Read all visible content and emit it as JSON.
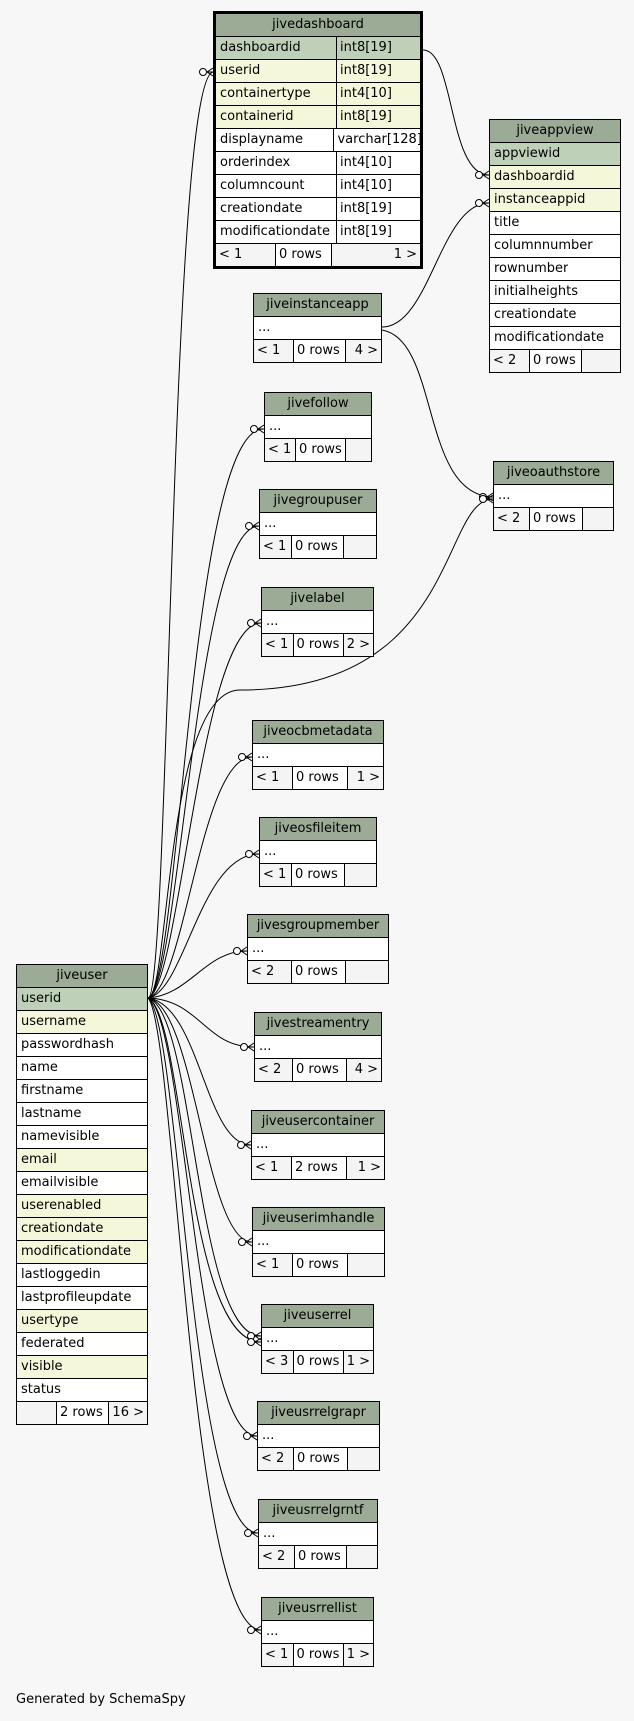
{
  "footer": "Generated by SchemaSpy",
  "tables": {
    "jivedashboard": {
      "title": "jivedashboard",
      "columns": [
        {
          "name": "dashboardid",
          "type": "int8[19]"
        },
        {
          "name": "userid",
          "type": "int8[19]"
        },
        {
          "name": "containertype",
          "type": "int4[10]"
        },
        {
          "name": "containerid",
          "type": "int8[19]"
        },
        {
          "name": "displayname",
          "type": "varchar[128]"
        },
        {
          "name": "orderindex",
          "type": "int4[10]"
        },
        {
          "name": "columncount",
          "type": "int4[10]"
        },
        {
          "name": "creationdate",
          "type": "int8[19]"
        },
        {
          "name": "modificationdate",
          "type": "int8[19]"
        }
      ],
      "stats": {
        "parents": "< 1",
        "rows": "0 rows",
        "children": "1 >"
      }
    },
    "jiveappview": {
      "title": "jiveappview",
      "columns": [
        "appviewid",
        "dashboardid",
        "instanceappid",
        "title",
        "columnnumber",
        "rownumber",
        "initialheights",
        "creationdate",
        "modificationdate"
      ],
      "stats": {
        "parents": "< 2",
        "rows": "0 rows",
        "children": ""
      }
    },
    "jiveinstanceapp": {
      "title": "jiveinstanceapp",
      "ellipsis": "...",
      "stats": {
        "parents": "< 1",
        "rows": "0 rows",
        "children": "4 >"
      }
    },
    "jivefollow": {
      "title": "jivefollow",
      "ellipsis": "...",
      "stats": {
        "parents": "< 1",
        "rows": "0 rows",
        "children": ""
      }
    },
    "jivegroupuser": {
      "title": "jivegroupuser",
      "ellipsis": "...",
      "stats": {
        "parents": "< 1",
        "rows": "0 rows",
        "children": ""
      }
    },
    "jivelabel": {
      "title": "jivelabel",
      "ellipsis": "...",
      "stats": {
        "parents": "< 1",
        "rows": "0 rows",
        "children": "2 >"
      }
    },
    "jiveoauthstore": {
      "title": "jiveoauthstore",
      "ellipsis": "...",
      "stats": {
        "parents": "< 2",
        "rows": "0 rows",
        "children": ""
      }
    },
    "jiveocbmetadata": {
      "title": "jiveocbmetadata",
      "ellipsis": "...",
      "stats": {
        "parents": "< 1",
        "rows": "0 rows",
        "children": "1 >"
      }
    },
    "jiveosfileitem": {
      "title": "jiveosfileitem",
      "ellipsis": "...",
      "stats": {
        "parents": "< 1",
        "rows": "0 rows",
        "children": ""
      }
    },
    "jivesgroupmember": {
      "title": "jivesgroupmember",
      "ellipsis": "...",
      "stats": {
        "parents": "< 2",
        "rows": "0 rows",
        "children": ""
      }
    },
    "jivestreamentry": {
      "title": "jivestreamentry",
      "ellipsis": "...",
      "stats": {
        "parents": "< 2",
        "rows": "0 rows",
        "children": "4 >"
      }
    },
    "jiveusercontainer": {
      "title": "jiveusercontainer",
      "ellipsis": "...",
      "stats": {
        "parents": "< 1",
        "rows": "2 rows",
        "children": "1 >"
      }
    },
    "jiveuserimhandle": {
      "title": "jiveuserimhandle",
      "ellipsis": "...",
      "stats": {
        "parents": "< 1",
        "rows": "0 rows",
        "children": ""
      }
    },
    "jiveuserrel": {
      "title": "jiveuserrel",
      "ellipsis": "...",
      "stats": {
        "parents": "< 3",
        "rows": "0 rows",
        "children": "1 >"
      }
    },
    "jiveusrrelgrapr": {
      "title": "jiveusrrelgrapr",
      "ellipsis": "...",
      "stats": {
        "parents": "< 2",
        "rows": "0 rows",
        "children": ""
      }
    },
    "jiveusrrelgrntf": {
      "title": "jiveusrrelgrntf",
      "ellipsis": "...",
      "stats": {
        "parents": "< 2",
        "rows": "0 rows",
        "children": ""
      }
    },
    "jiveusrrellist": {
      "title": "jiveusrrellist",
      "ellipsis": "...",
      "stats": {
        "parents": "< 1",
        "rows": "0 rows",
        "children": "1 >"
      }
    },
    "jiveuser": {
      "title": "jiveuser",
      "columns": [
        "userid",
        "username",
        "passwordhash",
        "name",
        "firstname",
        "lastname",
        "namevisible",
        "email",
        "emailvisible",
        "userenabled",
        "creationdate",
        "modificationdate",
        "lastloggedin",
        "lastprofileupdate",
        "usertype",
        "federated",
        "visible",
        "status"
      ],
      "stats": {
        "parents": "",
        "rows": "2 rows",
        "children": "16 >"
      }
    }
  },
  "colors": {
    "header": "#9bab96",
    "primary_key": "#bed1b8",
    "indexed": "#f4f7da",
    "background": "#f7f7f7"
  }
}
